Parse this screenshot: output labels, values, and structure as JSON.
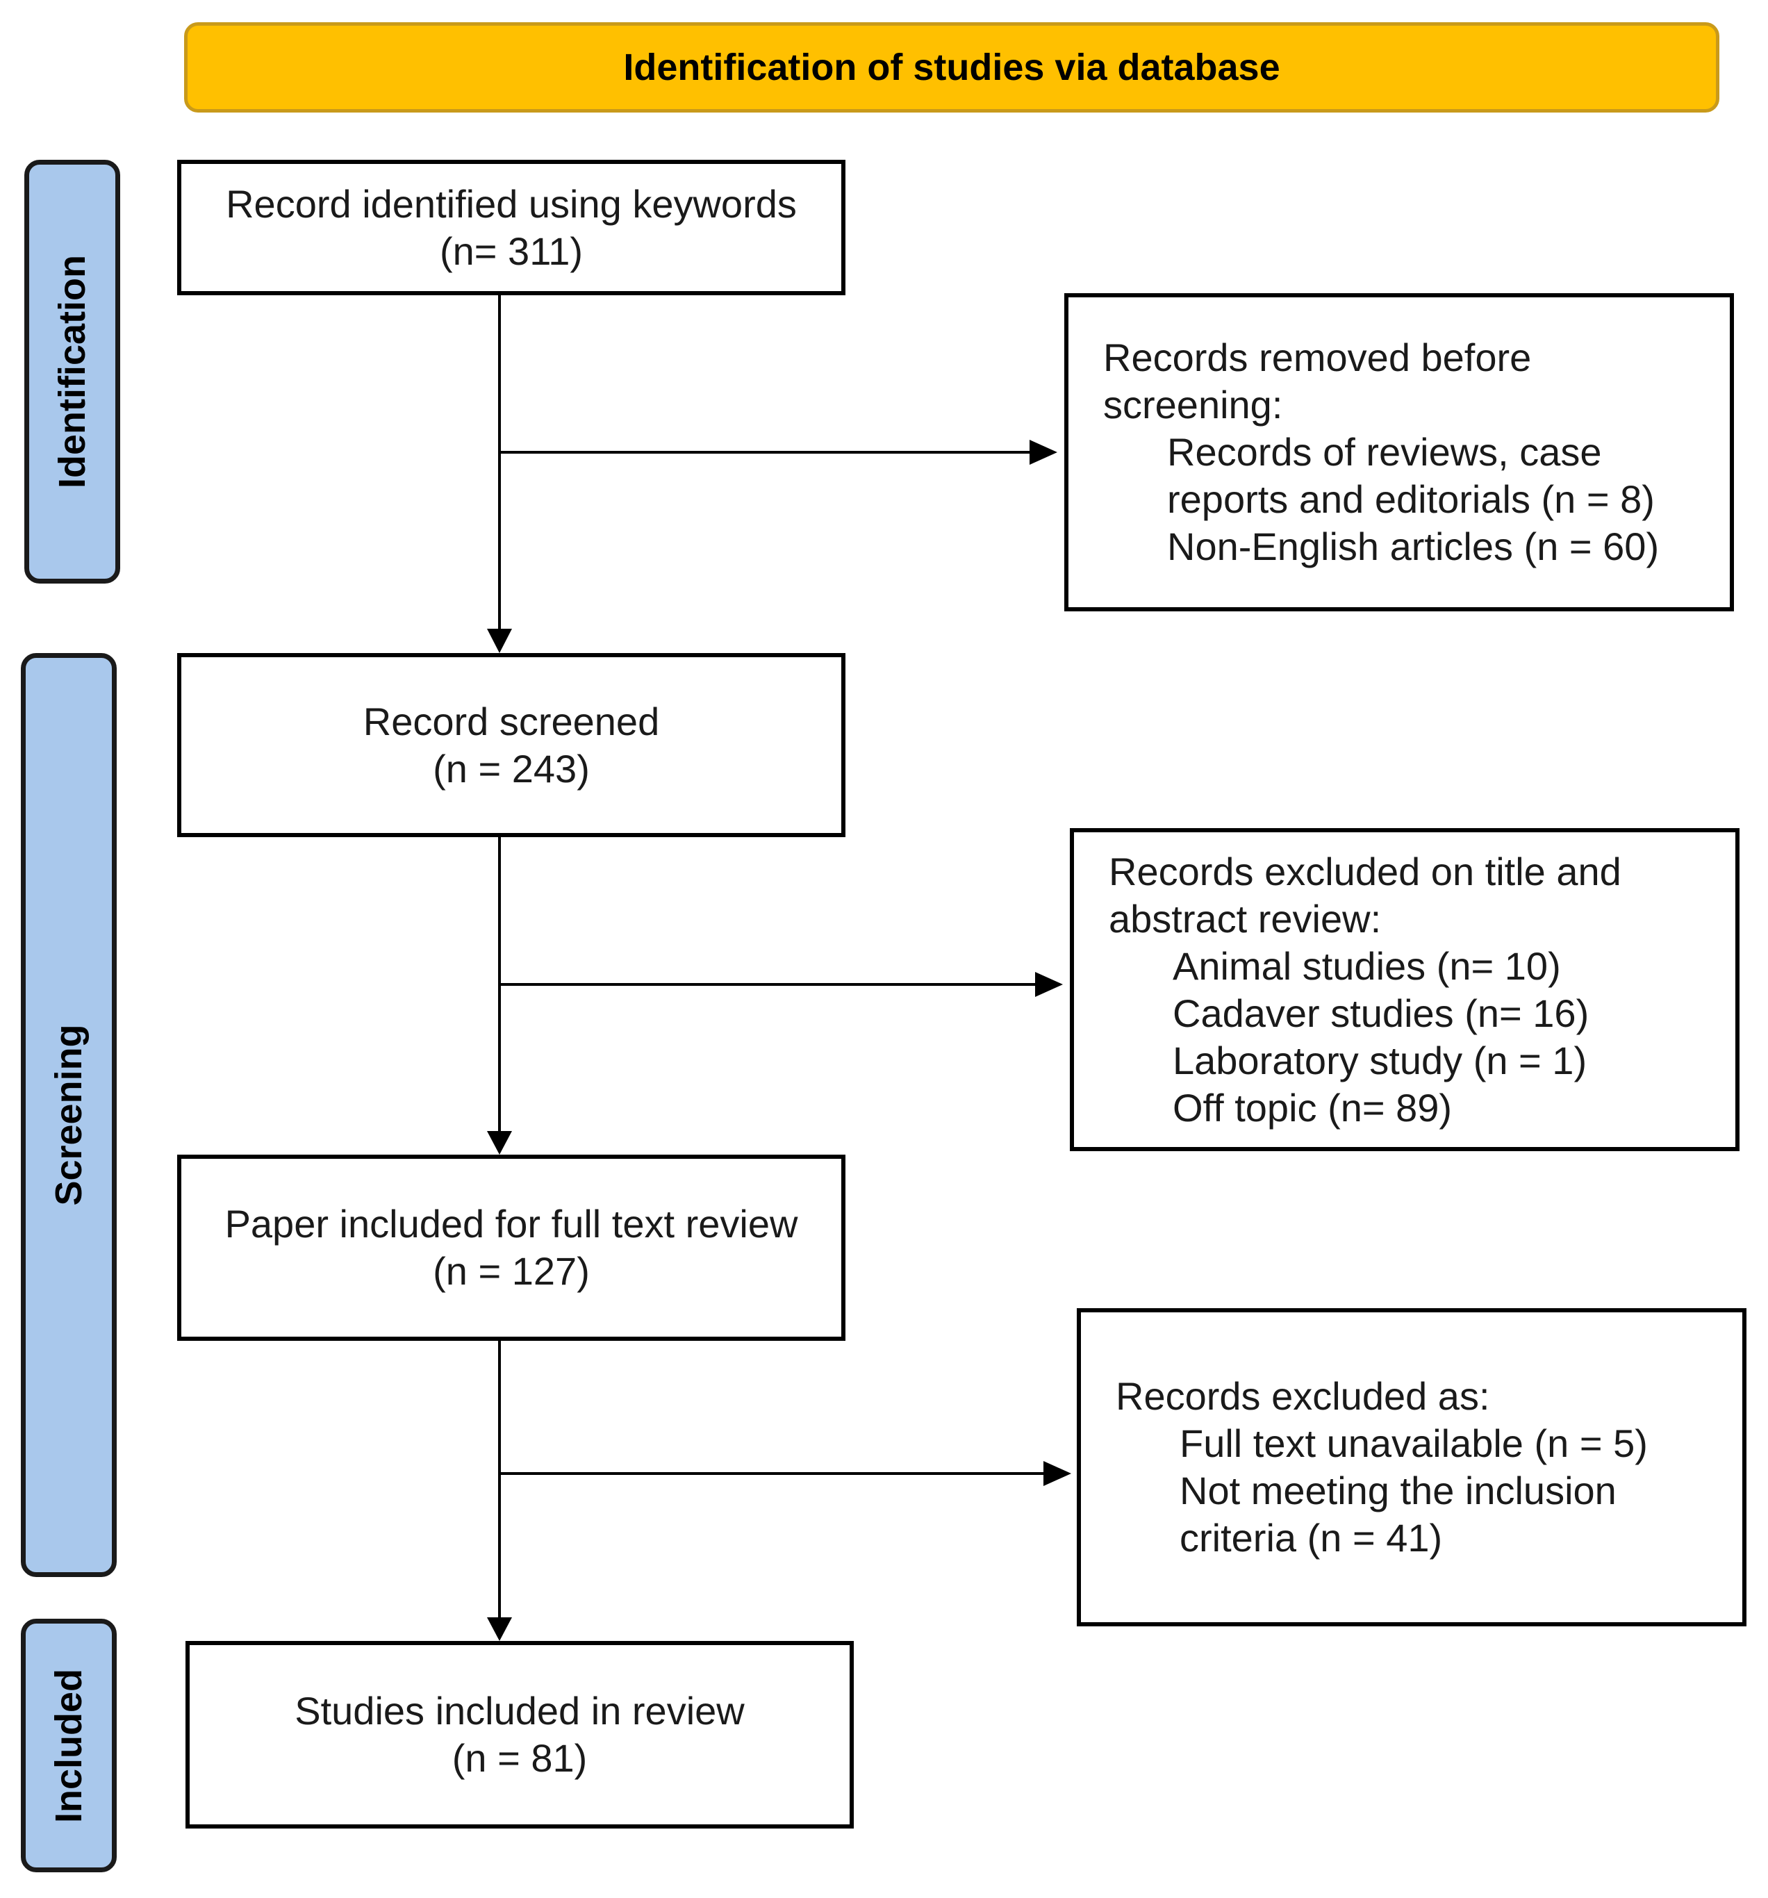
{
  "header": {
    "title": "Identification of studies via database"
  },
  "stages": {
    "identification": "Identification",
    "screening": "Screening",
    "included": "Included"
  },
  "main_boxes": {
    "identified": {
      "label": "Record identified using keywords",
      "count": "(n= 311)"
    },
    "screened": {
      "label": "Record screened",
      "count": "(n = 243)"
    },
    "full_text": {
      "label": "Paper included for full text review",
      "count": "(n = 127)"
    },
    "included": {
      "label": "Studies included in review",
      "count": "(n = 81)"
    }
  },
  "side_boxes": {
    "removed": {
      "heading_1": "Records removed before",
      "heading_2": "screening:",
      "items": [
        "Records of reviews, case",
        "reports and editorials (n = 8)",
        "Non-English articles (n = 60)"
      ]
    },
    "title_abstract": {
      "heading_1": "Records excluded on title and",
      "heading_2": "abstract review:",
      "items": [
        "Animal studies (n= 10)",
        "Cadaver studies (n= 16)",
        "Laboratory study (n = 1)",
        "Off topic (n= 89)"
      ]
    },
    "full_text_excluded": {
      "heading_1": "Records excluded as:",
      "items": [
        "Full text unavailable (n = 5)",
        "Not meeting the inclusion",
        "criteria (n = 41)"
      ]
    }
  },
  "colors": {
    "header_fill": "#ffc000",
    "header_border": "#c99a1a",
    "stage_fill": "#a9c8ec",
    "stroke": "#000000"
  }
}
